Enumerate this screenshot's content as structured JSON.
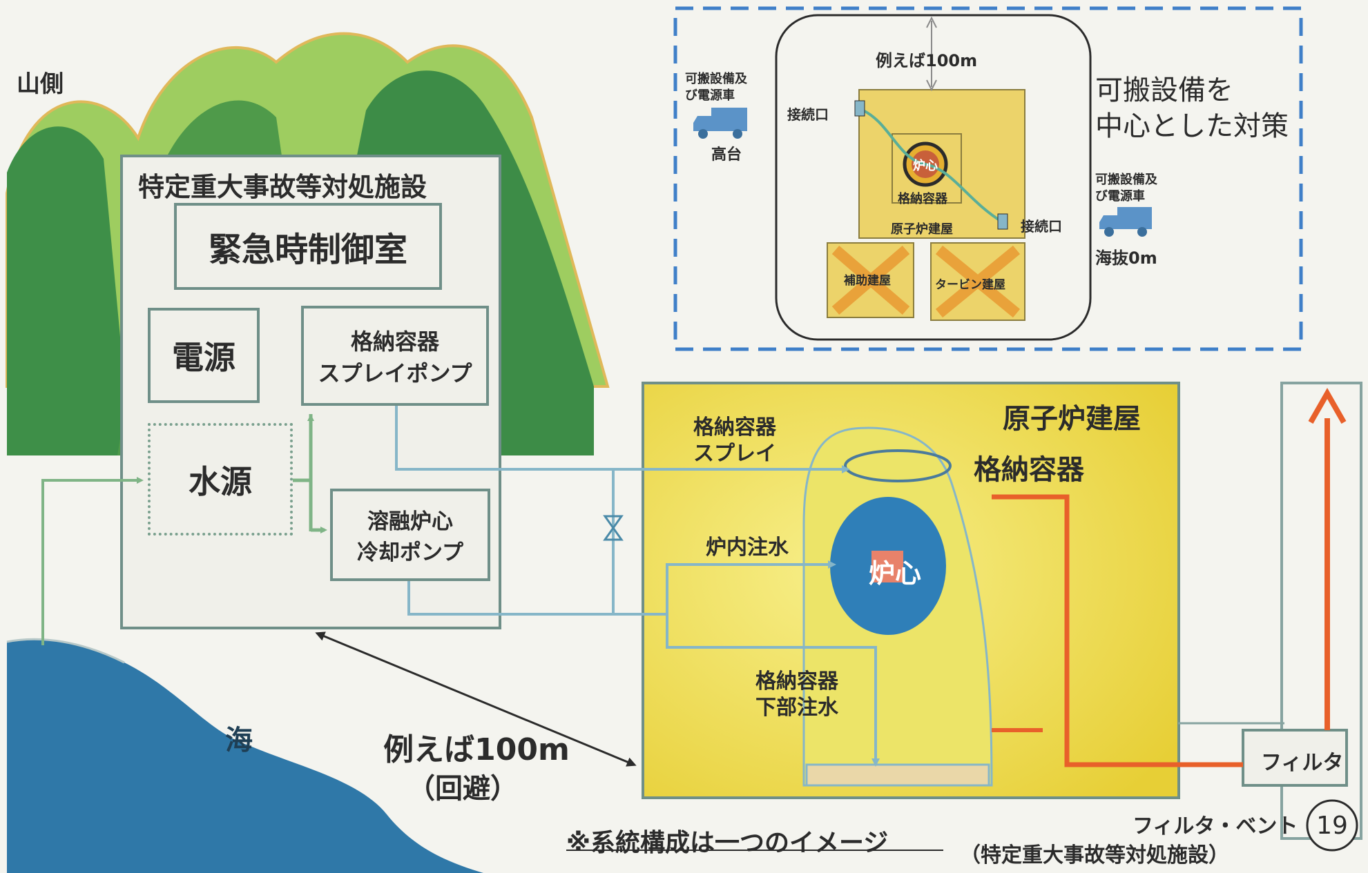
{
  "landscape": {
    "mountain_label": "山側",
    "sea_label": "海"
  },
  "facility": {
    "title": "特定重大事故等対処施設",
    "control_room": "緊急時制御室",
    "power_source": "電源",
    "water_source": "水源",
    "spray_pump_line1": "格納容器",
    "spray_pump_line2": "スプレイポンプ",
    "cooling_pump_line1": "溶融炉心",
    "cooling_pump_line2": "冷却ポンプ"
  },
  "distance": {
    "value": "例えば100m",
    "note": "（回避）"
  },
  "reactor": {
    "building": "原子炉建屋",
    "containment": "格納容器",
    "core": "炉心",
    "spray_line1": "格納容器",
    "spray_line2": "スプレイ",
    "injection": "炉内注水",
    "lower_line1": "格納容器",
    "lower_line2": "下部注水"
  },
  "filter": {
    "label": "フィルタ",
    "caption_line1": "フィルタ・ベント",
    "caption_line2": "（特定重大事故等対処施設）"
  },
  "note": "※系統構成は一つのイメージ",
  "page_number": "19",
  "inset": {
    "title_line1": "可搬設備を",
    "title_line2": "中心とした対策",
    "distance": "例えば100m",
    "left_vehicle_line1": "可搬設備及",
    "left_vehicle_line2": "び電源車",
    "left_location": "高台",
    "left_connection": "接続口",
    "core": "炉心",
    "containment": "格納容器",
    "reactor_building": "原子炉建屋",
    "right_connection": "接続口",
    "right_vehicle_line1": "可搬設備及",
    "right_vehicle_line2": "び電源車",
    "right_location": "海抜0m",
    "aux_building": "補助建屋",
    "turbine_building": "タービン建屋"
  },
  "colors": {
    "mountain_light": "#8cc056",
    "mountain_dark": "#3e8f48",
    "sea": "#2f78a8",
    "reactor_yellow": "#f2e25a",
    "pipe_blue": "#86b6c8",
    "pipe_green": "#7fb486",
    "vent_orange": "#e8602a",
    "inset_border": "#3f7fc8"
  }
}
